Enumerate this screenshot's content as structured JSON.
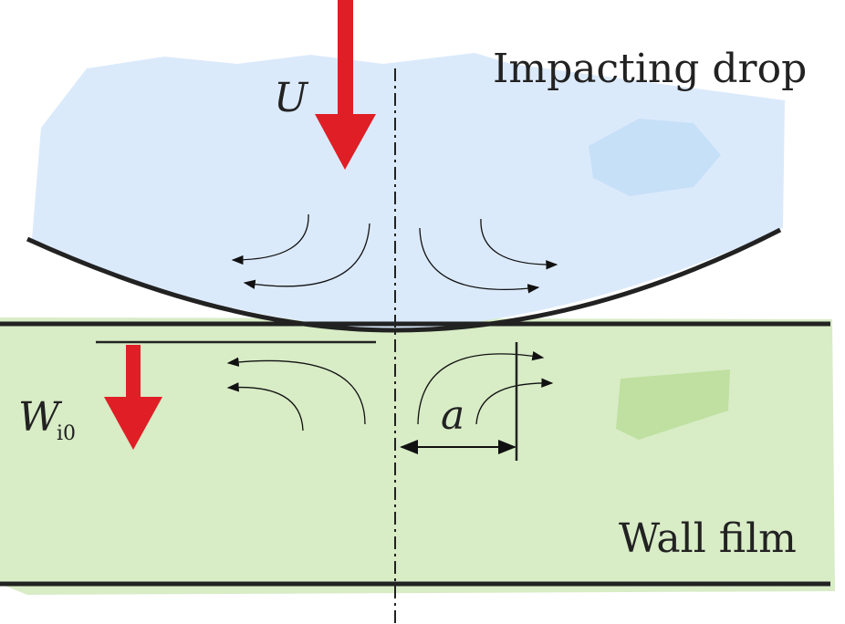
{
  "labels": {
    "drop": "Impacting drop",
    "film": "Wall film",
    "velocity": "U",
    "film_velocity": "W",
    "film_velocity_subscript": "i0",
    "radius": "a"
  },
  "colors": {
    "drop": "#dbeafb",
    "drop_patch": "#c6e0f8",
    "film": "#d8ecc6",
    "film_patch": "#bfe0a0",
    "arrow": "#e01e26",
    "line": "#222222"
  }
}
